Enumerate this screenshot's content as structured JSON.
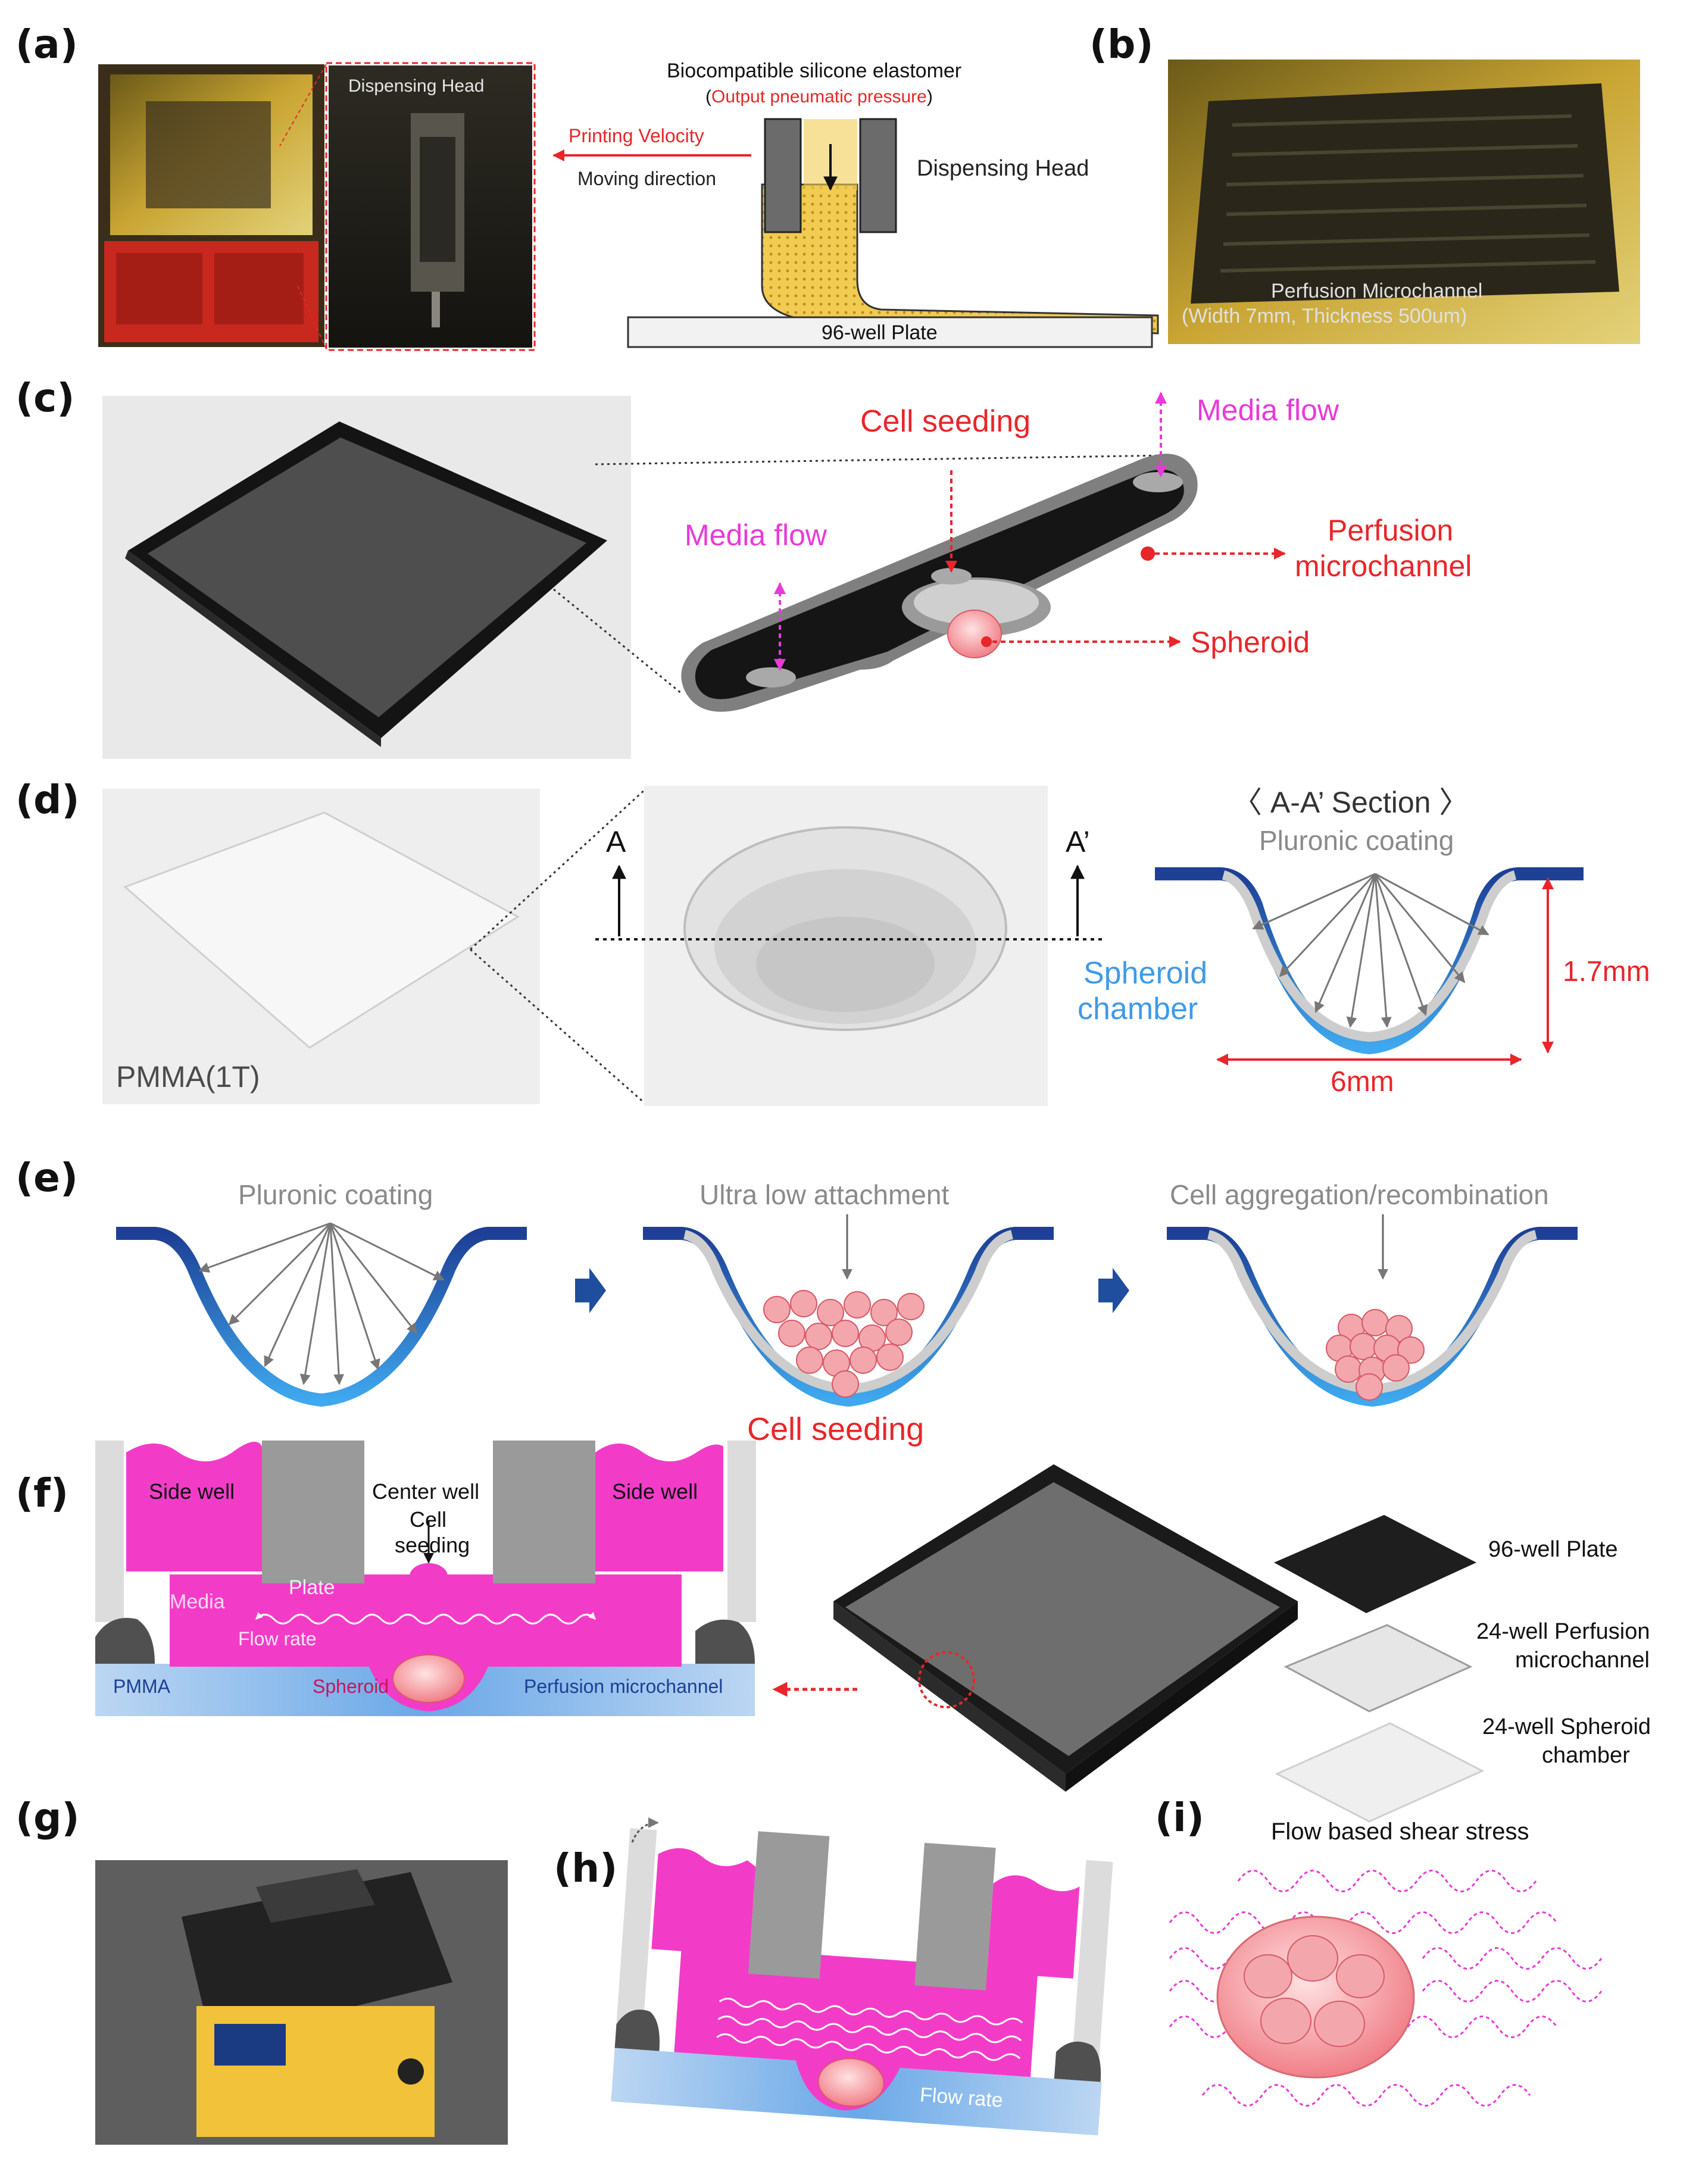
{
  "panels": {
    "a": {
      "label": "(a)",
      "inset_title": "Dispensing Head",
      "material": "Biocompatible silicone elastomer",
      "pressure": "Output pneumatic pressure",
      "printing_velocity": "Printing Velocity",
      "moving_direction": "Moving direction",
      "dispensing_head": "Dispensing Head",
      "plate": "96-well Plate"
    },
    "b": {
      "label": "(b)",
      "caption_line1": "Perfusion Microchannel",
      "caption_line2": "(Width 7mm, Thickness 500um)"
    },
    "c": {
      "label": "(c)",
      "cell_seeding": "Cell seeding",
      "media_flow_top": "Media flow",
      "media_flow_left": "Media flow",
      "perfusion_line1": "Perfusion",
      "perfusion_line2": "microchannel",
      "spheroid": "Spheroid"
    },
    "d": {
      "label": "(d)",
      "pmma": "PMMA(1T)",
      "a_mark": "A",
      "a_prime_mark": "A’",
      "section_title": "〈 A-A’ Section 〉",
      "coating": "Pluronic coating",
      "chamber_line1": "Spheroid",
      "chamber_line2": "chamber",
      "depth": "1.7mm",
      "width": "6mm"
    },
    "e": {
      "label": "(e)",
      "step1": "Pluronic coating",
      "step2": "Ultra low attachment",
      "step3": "Cell aggregation/recombination",
      "cell_seeding": "Cell seeding"
    },
    "f": {
      "label": "(f)",
      "side_well_left": "Side well",
      "center_well": "Center well",
      "side_well_right": "Side well",
      "cell_line1": "Cell",
      "cell_line2": "seeding",
      "media": "Media",
      "plate": "Plate",
      "flow_rate": "Flow rate",
      "pmma": "PMMA",
      "spheroid": "Spheroid",
      "perfusion": "Perfusion microchannel",
      "layer1": "96-well Plate",
      "layer2_line1": "24-well Perfusion",
      "layer2_line2": "microchannel",
      "layer3_line1": "24-well Spheroid",
      "layer3_line2": "chamber"
    },
    "g": {
      "label": "(g)"
    },
    "h": {
      "label": "(h)",
      "flow_rate": "Flow rate"
    },
    "i": {
      "label": "(i)",
      "title": "Flow based shear stress"
    }
  },
  "colors": {
    "media": "#f23cc8",
    "red_text": "#e8262a",
    "magenta_text": "#e83ad9",
    "chamber_blue": "#3f9ae6",
    "dark_blue": "#1d3f95",
    "gray_text": "#8a8a8a",
    "plate_gray": "#9a9a9a",
    "arrow_navy": "#1f4e9e"
  }
}
